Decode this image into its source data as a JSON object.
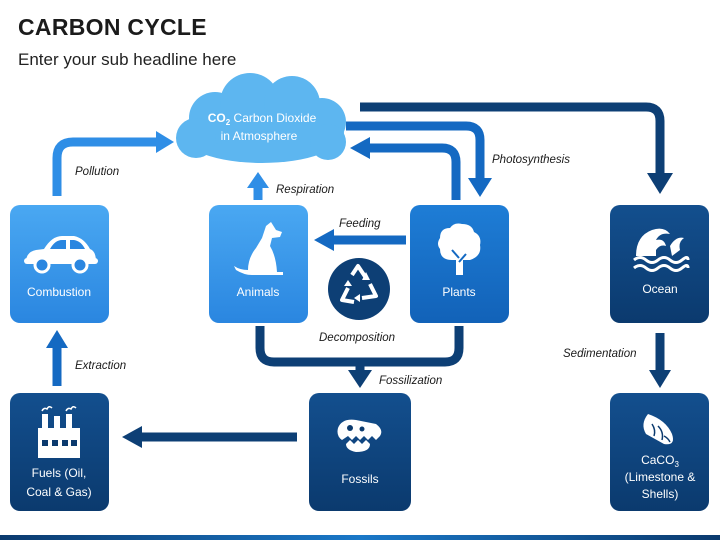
{
  "header": {
    "title": "CARBON CYCLE",
    "subtitle": "Enter your sub headline here"
  },
  "nodes": {
    "atmosphere": {
      "line1_chem": "CO",
      "line1_sub": "2",
      "line1_rest": " Carbon Dioxide",
      "line2": "in Atmosphere",
      "icon": "cloud-icon"
    },
    "combustion": {
      "label": "Combustion",
      "icon": "car-icon"
    },
    "animals": {
      "label": "Animals",
      "icon": "dog-icon"
    },
    "plants": {
      "label": "Plants",
      "icon": "tree-icon"
    },
    "ocean": {
      "label": "Ocean",
      "icon": "wave-icon"
    },
    "fuels": {
      "line1": "Fuels (Oil,",
      "line2": "Coal & Gas)",
      "icon": "factory-icon"
    },
    "fossils": {
      "label": "Fossils",
      "icon": "dinosaur-skull-icon"
    },
    "caco3": {
      "line1_chem": "CaCO",
      "line1_sub": "3",
      "line2": "(Limestone &",
      "line3": "Shells)",
      "icon": "seashell-icon"
    },
    "decomposition": {
      "icon": "recycle-icon"
    }
  },
  "edges": {
    "pollution": "Pollution",
    "respiration": "Respiration",
    "photosynthesis": "Photosynthesis",
    "feeding": "Feeding",
    "decomposition": "Decomposition",
    "fossilization": "Fossilization",
    "extraction": "Extraction",
    "sedimentation": "Sedimentation"
  },
  "colors": {
    "light_blue": "#2f8ee6",
    "mid_blue": "#1469c2",
    "dark_blue": "#0d3f75",
    "cloud_blue": "#5db6f0",
    "arrow_blue": "#0d5599"
  }
}
